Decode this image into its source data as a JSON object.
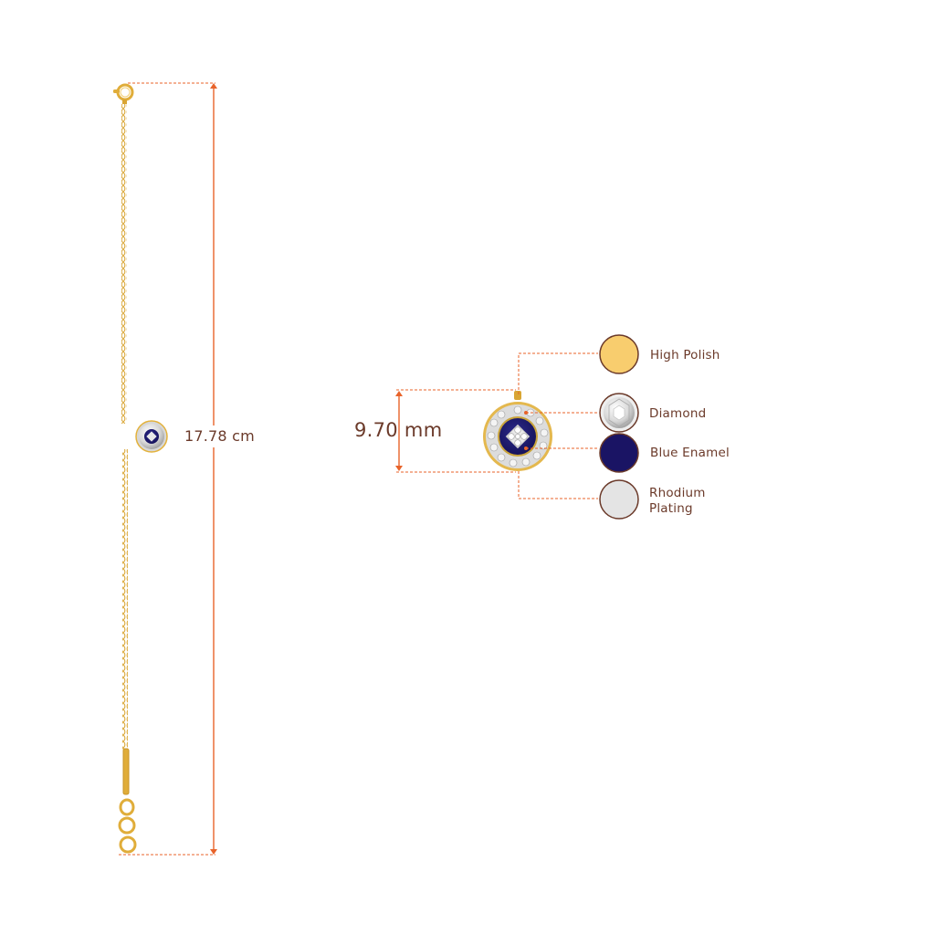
{
  "dimensions": {
    "length": "17.78 cm",
    "pendant_size": "9.70 mm"
  },
  "materials": [
    {
      "label": "High Polish",
      "color": "#f8cd6e"
    },
    {
      "label": "Diamond",
      "color": "#eeeeee"
    },
    {
      "label": "Blue Enamel",
      "color": "#1a1464"
    },
    {
      "label": "Rhodium Plating",
      "color": "#e4e4e4"
    }
  ],
  "colors": {
    "accent": "#e8632a",
    "text": "#6b3a2a",
    "gold": "#e3b23c",
    "swatch_border": "#6b3a2a"
  }
}
